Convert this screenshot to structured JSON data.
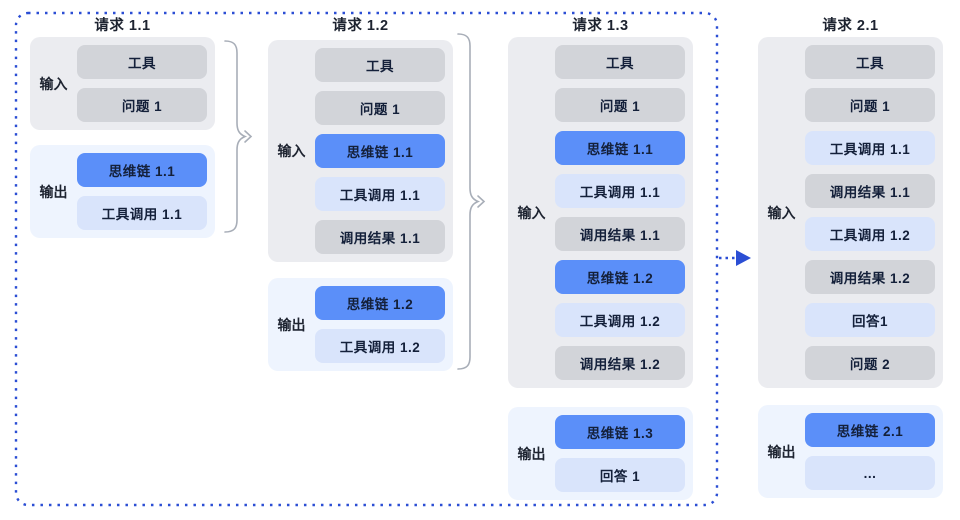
{
  "labels": {
    "input": "输入",
    "output": "输出"
  },
  "colors": {
    "dotted_box_blue": "#2b4ed4",
    "blue_chip": "#5b8ff9",
    "light_blue_chip": "#d9e4fb",
    "gray_chip": "#d2d4d9",
    "input_group_bg": "#ebecf0",
    "output_group_bg": "#eef4fe",
    "brace_gray": "#a8aeb8",
    "text_dark": "#1d2330"
  },
  "columns": [
    {
      "name": "request-1.1",
      "title": "请求 1.1",
      "input_items": [
        {
          "name": "tools",
          "text": "工具",
          "style": "gray"
        },
        {
          "name": "question-1",
          "text": "问题 1",
          "style": "gray"
        }
      ],
      "output_items": [
        {
          "name": "cot-1.1",
          "text": "思维链 1.1",
          "style": "blue"
        },
        {
          "name": "tool-call-1.1",
          "text": "工具调用 1.1",
          "style": "lightblue"
        }
      ]
    },
    {
      "name": "request-1.2",
      "title": "请求 1.2",
      "input_items": [
        {
          "name": "tools",
          "text": "工具",
          "style": "gray"
        },
        {
          "name": "question-1",
          "text": "问题 1",
          "style": "gray"
        },
        {
          "name": "cot-1.1",
          "text": "思维链 1.1",
          "style": "blue"
        },
        {
          "name": "tool-call-1.1",
          "text": "工具调用 1.1",
          "style": "lightblue"
        },
        {
          "name": "call-result-1.1",
          "text": "调用结果 1.1",
          "style": "gray"
        }
      ],
      "output_items": [
        {
          "name": "cot-1.2",
          "text": "思维链 1.2",
          "style": "blue"
        },
        {
          "name": "tool-call-1.2",
          "text": "工具调用 1.2",
          "style": "lightblue"
        }
      ]
    },
    {
      "name": "request-1.3",
      "title": "请求 1.3",
      "input_items": [
        {
          "name": "tools",
          "text": "工具",
          "style": "gray"
        },
        {
          "name": "question-1",
          "text": "问题 1",
          "style": "gray"
        },
        {
          "name": "cot-1.1",
          "text": "思维链 1.1",
          "style": "blue"
        },
        {
          "name": "tool-call-1.1",
          "text": "工具调用 1.1",
          "style": "lightblue"
        },
        {
          "name": "call-result-1.1",
          "text": "调用结果 1.1",
          "style": "gray"
        },
        {
          "name": "cot-1.2",
          "text": "思维链 1.2",
          "style": "blue"
        },
        {
          "name": "tool-call-1.2",
          "text": "工具调用 1.2",
          "style": "lightblue"
        },
        {
          "name": "call-result-1.2",
          "text": "调用结果 1.2",
          "style": "gray"
        }
      ],
      "output_items": [
        {
          "name": "cot-1.3",
          "text": "思维链 1.3",
          "style": "blue"
        },
        {
          "name": "answer-1",
          "text": "回答 1",
          "style": "lightblue"
        }
      ]
    },
    {
      "name": "request-2.1",
      "title": "请求 2.1",
      "input_items": [
        {
          "name": "tools",
          "text": "工具",
          "style": "gray"
        },
        {
          "name": "question-1",
          "text": "问题 1",
          "style": "gray"
        },
        {
          "name": "tool-call-1.1",
          "text": "工具调用 1.1",
          "style": "lightblue"
        },
        {
          "name": "call-result-1.1",
          "text": "调用结果 1.1",
          "style": "gray"
        },
        {
          "name": "tool-call-1.2",
          "text": "工具调用 1.2",
          "style": "lightblue"
        },
        {
          "name": "call-result-1.2",
          "text": "调用结果 1.2",
          "style": "gray"
        },
        {
          "name": "answer-1",
          "text": "回答1",
          "style": "lightblue"
        },
        {
          "name": "question-2",
          "text": "问题 2",
          "style": "gray"
        }
      ],
      "output_items": [
        {
          "name": "cot-2.1",
          "text": "思维链 2.1",
          "style": "blue"
        },
        {
          "name": "ellipsis",
          "text": "...",
          "style": "lightblue"
        }
      ]
    }
  ]
}
